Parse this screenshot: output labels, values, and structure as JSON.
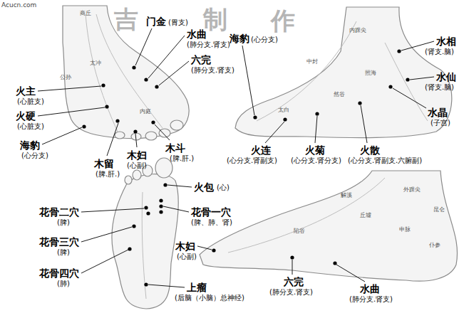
{
  "diagram": {
    "labels": [
      "Acucn.com",
      "吉",
      "制",
      "作",
      "门金",
      "(胃支)",
      "水曲",
      "(肺分支.肾支)",
      "六完",
      "(肺分支.肾支)",
      "火主",
      "(心脏支)",
      "火硬",
      "(心脏支)",
      "海豹",
      "(心分支)",
      "木斗",
      "(脾.肝.)",
      "木妇",
      "(心副)",
      "木留",
      "(脾.肝.)",
      "海豹",
      "(心分支)",
      "水相",
      "(肾支.脑)",
      "水仙",
      "(肾支.脑)",
      "水晶",
      "(子宫)",
      "火连",
      "(心分支.肾副支)",
      "火菊",
      "(心分支.肾分支)",
      "火散",
      "(心分支.肾副支.六腑副)",
      "火包",
      "(心)",
      "花骨二穴",
      "(脾)",
      "花骨一穴",
      "(脾、肺、肾)",
      "花骨三穴",
      "(脾)",
      "花骨四穴",
      "(肺)",
      "上瘤",
      "(后脑（小脑）总神经)",
      "木妇",
      "(心副)",
      "六完",
      "(肺分支.肾支)",
      "水曲",
      "(肺分支.肾支)",
      "商丘",
      "太冲",
      "公孙",
      "内庭",
      "中封",
      "照海",
      "然谷",
      "太白",
      "内踝尖",
      "解溪",
      "丘墟",
      "外踝尖",
      "昆仑",
      "仆参",
      "申脉",
      "陷谷"
    ]
  }
}
